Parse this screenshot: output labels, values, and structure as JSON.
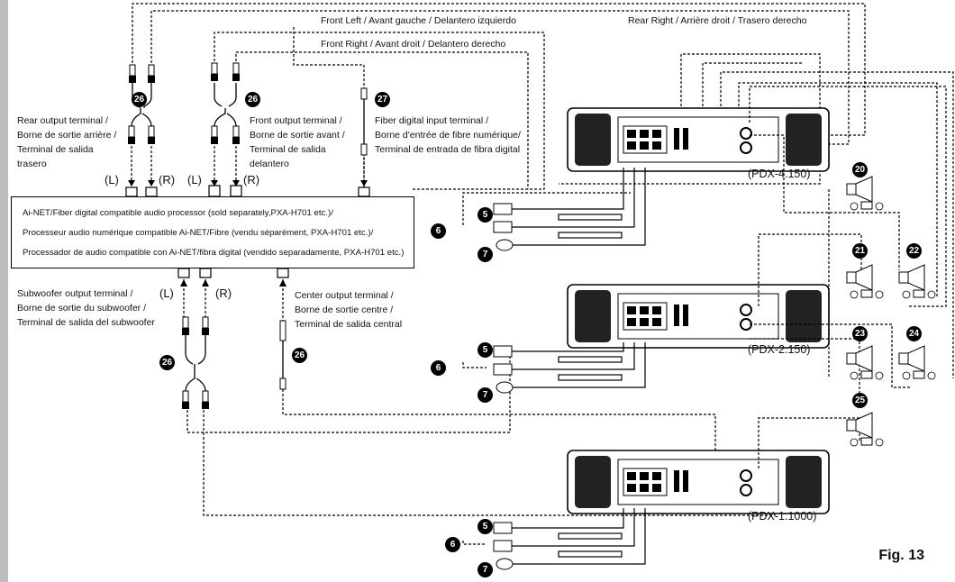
{
  "labels": {
    "front_left": "Front Left / Avant gauche / Delantero izquierdo",
    "front_right": "Front Right / Avant droit / Delantero derecho",
    "rear_right": "Rear Right / Arrière droit / Trasero derecho",
    "rear_output": [
      "Rear output terminal /",
      "Borne de sortie arrière /",
      "Terminal de salida",
      "trasero"
    ],
    "front_output": [
      "Front output terminal /",
      "Borne de sortie avant /",
      "Terminal de salida",
      "delantero"
    ],
    "fiber_input": [
      "Fiber digital input terminal /",
      "Borne d'entrée de fibre numérique/",
      "Terminal de entrada de fibra digital"
    ],
    "subwoofer_output": [
      "Subwoofer output terminal /",
      "Borne de sortie du subwoofer /",
      "Terminal de salida del subwoofer"
    ],
    "center_output": [
      "Center output terminal /",
      "Borne de sortie centre /",
      "Terminal de salida central"
    ],
    "L": "(L)",
    "R": "(R)"
  },
  "processor": {
    "lines": [
      "Ai-NET/Fiber digital compatible audio processor (sold separately,PXA-H701 etc.)/",
      "Processeur audio numérique compatible Ai-NET/Fibre (vendu séparément, PXA-H701 etc.)/",
      "Processador de audio compatible con Ai-NET/fibra digital (vendido separadamente, PXA-H701 etc.)"
    ]
  },
  "amplifiers": [
    "(PDX-4.150)",
    "(PDX-2.150)",
    "(PDX-1.1000)"
  ],
  "badges": {
    "b26": "26",
    "b27": "27",
    "b5": "5",
    "b6": "6",
    "b7": "7",
    "b20": "20",
    "b21": "21",
    "b22": "22",
    "b23": "23",
    "b24": "24",
    "b25": "25"
  },
  "figure": "Fig. 13"
}
